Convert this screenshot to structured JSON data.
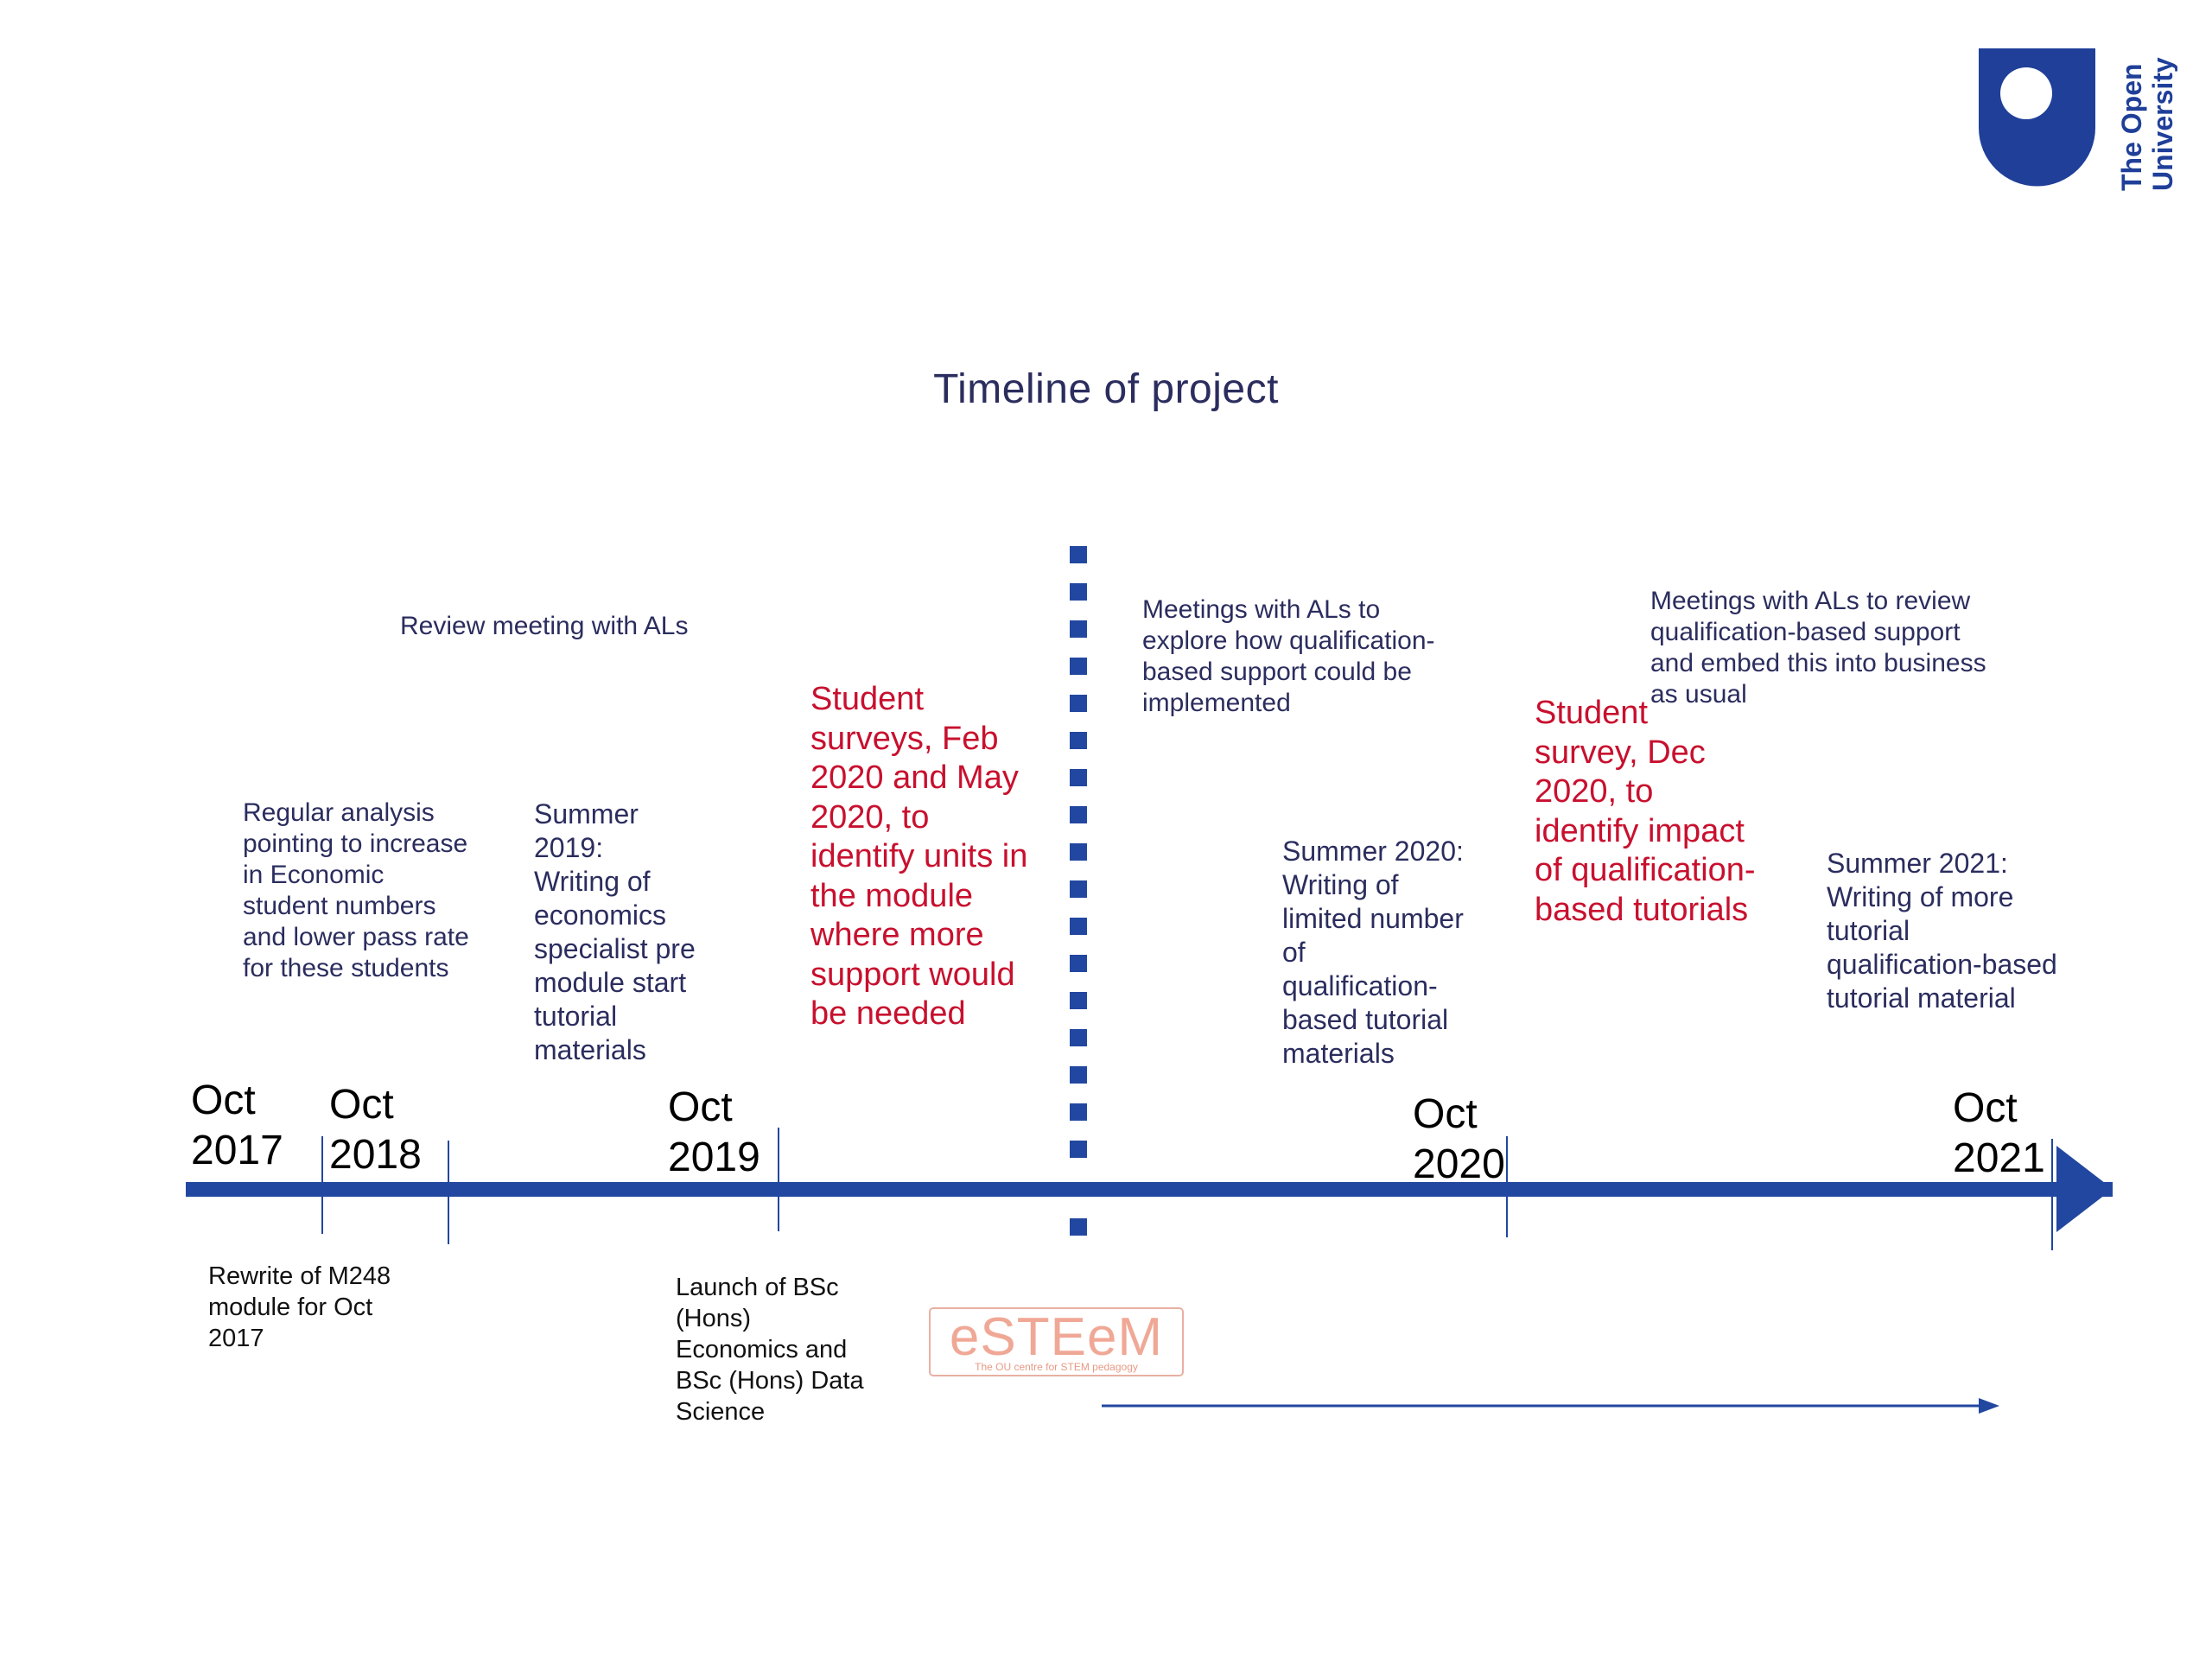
{
  "title": "Timeline of project",
  "logo": {
    "text": "The Open University"
  },
  "years": [
    {
      "id": "2017",
      "text": "Oct\n2017"
    },
    {
      "id": "2018",
      "text": "Oct\n2018"
    },
    {
      "id": "2019",
      "text": "Oct\n2019"
    },
    {
      "id": "2020",
      "text": "Oct\n2020"
    },
    {
      "id": "2021",
      "text": "Oct\n2021"
    }
  ],
  "events_above": [
    {
      "id": "review-meeting",
      "text": "Review meeting with ALs"
    },
    {
      "id": "regular-analysis",
      "text": "Regular analysis\npointing to increase\nin Economic\nstudent numbers\nand lower pass rate\nfor these students"
    },
    {
      "id": "summer-2019",
      "text": "Summer\n2019:\nWriting of\neconomics\nspecialist pre\nmodule start\ntutorial\nmaterials"
    },
    {
      "id": "meetings-explore",
      "text": "Meetings with ALs to\nexplore how qualification-\nbased support could be\nimplemented"
    },
    {
      "id": "meetings-review",
      "text": "Meetings with ALs to review\nqualification-based support\nand embed this into business\nas usual"
    },
    {
      "id": "summer-2020",
      "text": "Summer 2020:\nWriting of\nlimited number\nof\nqualification-\nbased tutorial\nmaterials"
    },
    {
      "id": "summer-2021",
      "text": "Summer 2021:\nWriting of more\ntutorial\nqualification-based\ntutorial material"
    }
  ],
  "surveys": [
    {
      "id": "survey-2020",
      "text": "Student\nsurveys, Feb\n2020 and May\n2020, to\nidentify units in\nthe module\nwhere more\nsupport would\nbe needed"
    },
    {
      "id": "survey-dec",
      "text": "Student\nsurvey, Dec\n2020, to\nidentify impact\nof qualification-\nbased tutorials"
    }
  ],
  "events_below": [
    {
      "id": "rewrite-m248",
      "text": "Rewrite of M248\nmodule for Oct\n2017"
    },
    {
      "id": "launch-bsc",
      "text": "Launch of BSc\n(Hons)\nEconomics and\nBSc (Hons) Data\nScience"
    }
  ],
  "esteem": {
    "name": "eSTEeM",
    "tagline": "The OU centre for STEM pedagogy"
  },
  "colors": {
    "axis": "#2247a0",
    "text": "#2b2d5e",
    "highlight": "#c8102e",
    "logo": "#1f3f99"
  }
}
